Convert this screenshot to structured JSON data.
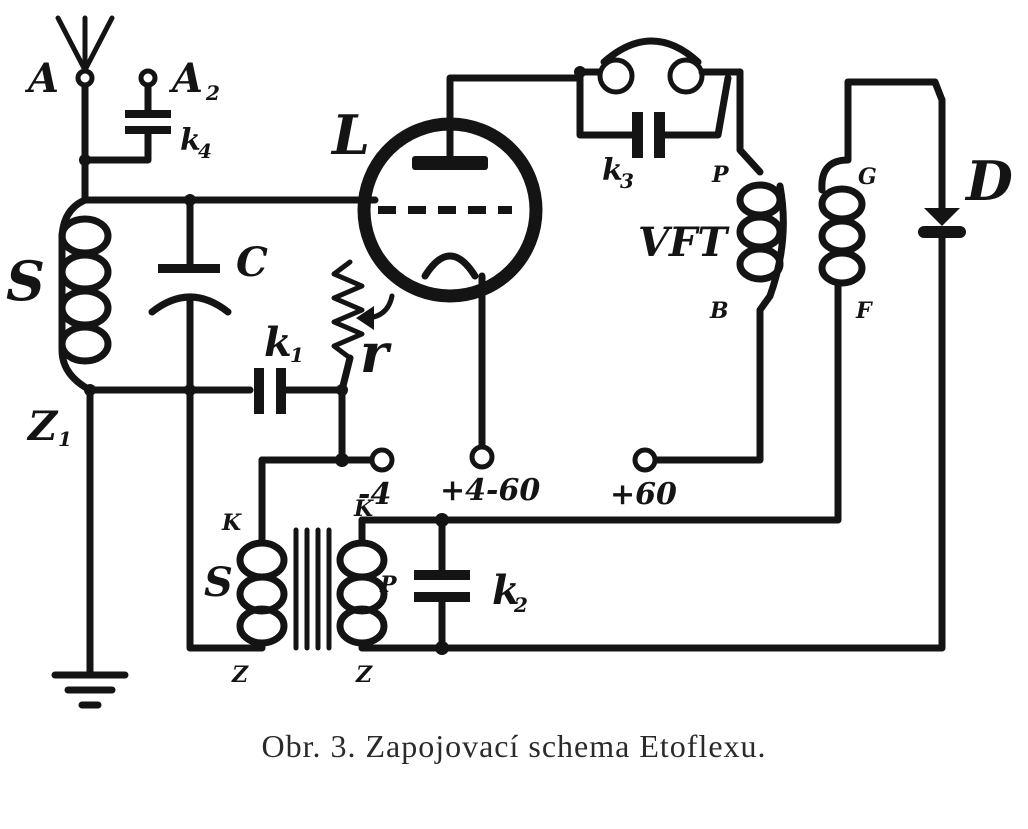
{
  "caption": "Obr. 3. Zapojovací schema Etoflexu.",
  "labels": {
    "antenna_a": "A",
    "antenna_a2": "A",
    "antenna_a2_sub": "2",
    "cap_k4": "k",
    "cap_k4_sub": "4",
    "tube_l": "L",
    "cap_k3": "k",
    "cap_k3_sub": "3",
    "vft_p": "P",
    "vft": "VFT",
    "vft_b": "B",
    "g": "G",
    "f": "F",
    "diode_d": "D",
    "coil_s": "S",
    "cap_c": "C",
    "z1": "Z",
    "z1_sub": "1",
    "cap_k1": "k",
    "cap_k1_sub": "1",
    "rheostat_r": "r",
    "term_minus4": "-4",
    "term_plus4_60": "+4-60",
    "term_plus60": "+60",
    "trafo_k_left": "K",
    "trafo_k_right": "K",
    "trafo_s": "S",
    "trafo_p": "P",
    "cap_k2": "k",
    "cap_k2_sub": "2",
    "trafo_z_left": "Z",
    "trafo_z_right": "Z"
  }
}
